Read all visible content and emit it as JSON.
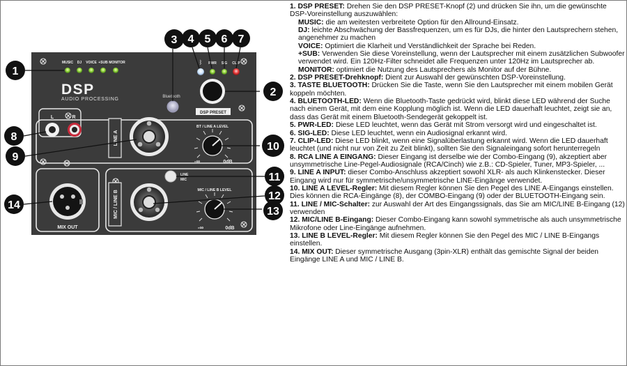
{
  "panel": {
    "led_labels": [
      "MUSIC",
      "DJ",
      "VOICE",
      "+SUB",
      "MONITOR"
    ],
    "logo_text": "DSP",
    "logo_subtitle": "AUDIO PROCESSING",
    "bt_led_label": "ᛒ",
    "pwr_label": "PWR",
    "sig_label": "SIG",
    "clip_label": "CLIP",
    "bluetooth_label": "Bluetooth",
    "dsp_preset_label": "DSP PRESET",
    "rca_l": "L",
    "rca_r": "R",
    "line_a": "LINE A",
    "bt_line_a_level": "BT / LINE A LEVEL",
    "level_min": "-∞",
    "level_max": "0dB",
    "mix_out": "MIX OUT",
    "mic_line_b": "MIC / LINE B",
    "switch_line": "LINE",
    "switch_mic": "MIC",
    "mic_line_b_level": "MIC / LINE B LEVEL"
  },
  "callouts": [
    "1",
    "2",
    "3",
    "4",
    "5",
    "6",
    "7",
    "8",
    "9",
    "10",
    "11",
    "12",
    "13",
    "14"
  ],
  "legend": [
    {
      "num": "1.",
      "head": "DSP PRESET:",
      "text": "Drehen Sie den DSP PRESET-Knopf (2) und drücken Sie ihn, um die gewünschte DSP-Voreinstellung auszuwählen:",
      "sub": [
        {
          "b": "MUSIC:",
          "t": "die am weitesten verbreitete Option für den Allround-Einsatz."
        },
        {
          "b": "DJ:",
          "t": "leichte Abschwächung der Bassfrequenzen, um es für DJs, die hinter den Lautsprechern stehen, angenehmer zu machen"
        },
        {
          "b": "VOICE:",
          "t": "Optimiert die Klarheit und Verständlichkeit der Sprache bei Reden."
        },
        {
          "b": "+SUB:",
          "t": "Verwenden Sie diese Voreinstellung, wenn der Lautsprecher mit einem zusätzlichen Subwoofer verwendet wird. Ein 120Hz-Filter schneidet alle Frequenzen unter 120Hz im Lautsprecher ab."
        },
        {
          "b": "MONITOR:",
          "t": "optimiert die Nutzung des Lautsprechers als Monitor auf der Bühne."
        }
      ]
    },
    {
      "num": "2.",
      "head": "DSP PRESET-Drehknopf:",
      "text": "Dient zur Auswahl der gewünschten DSP-Voreinstellung.",
      "sub": []
    },
    {
      "num": "3.",
      "head": "TASTE BLUETOOTH:",
      "text": "Drücken Sie die Taste, wenn Sie den Lautsprecher mit einem mobilen Gerät koppeln möchten.",
      "sub": []
    },
    {
      "num": "4.",
      "head": "BLUETOOTH-LED:",
      "text": "Wenn die Bluetooth-Taste gedrückt wird, blinkt diese LED während der Suche nach einem Gerät, mit dem eine Kopplung möglich ist. Wenn die LED dauerhaft leuchtet, zeigt sie an, dass das Gerät mit einem Bluetooth-Sendegerät gekoppelt ist.",
      "sub": []
    },
    {
      "num": "5.",
      "head": "PWR-LED:",
      "text": "Diese LED leuchtet, wenn das Gerät mit Strom versorgt wird und eingeschaltet ist.",
      "sub": []
    },
    {
      "num": "6.",
      "head": "SIG-LED:",
      "text": "Diese LED leuchtet, wenn ein Audiosignal erkannt wird.",
      "sub": []
    },
    {
      "num": "7.",
      "head": "CLIP-LED:",
      "text": "Diese LED blinkt, wenn eine Signalüberlastung erkannt wird. Wenn die LED dauerhaft leuchtet (und nicht nur von Zeit zu Zeit blinkt), sollten Sie den Signaleingang sofort herunterregeln",
      "sub": []
    },
    {
      "num": "8.",
      "head": "RCA LINE A EINGANG:",
      "text": "Dieser Eingang ist derselbe wie der Combo-Eingang (9), akzeptiert aber unsymmetrische Line-Pegel-Audiosignale (RCA/Cinch) wie z.B.: CD-Spieler, Tuner, MP3-Spieler, ...",
      "sub": []
    },
    {
      "num": "9.",
      "head": "LINE A INPUT:",
      "text": "dieser Combo-Anschluss akzeptiert sowohl XLR- als auch Klinkenstecker. Dieser Eingang wird nur für symmetrische/unsymmetrische LINE-Eingänge verwendet.",
      "sub": []
    },
    {
      "num": "10.",
      "head": "LINE A LEVEL-Regler:",
      "text": "Mit diesem Regler können Sie den Pegel des LINE A-Eingangs einstellen. Dies können die RCA-Eingänge (8), der COMBO-Eingang (9) oder der BLUETOOTH-Eingang sein.",
      "sub": []
    },
    {
      "num": "11.",
      "head": "LINE / MIC-Schalter:",
      "text": "zur Auswahl der Art des Eingangssignals, das Sie am MIC/LINE B-Eingang (12) verwenden",
      "sub": []
    },
    {
      "num": "12.",
      "head": "MIC/LINE B-Eingang:",
      "text": "Dieser Combo-Eingang kann sowohl symmetrische als auch unsymmetrische Mikrofone oder Line-Eingänge aufnehmen.",
      "sub": []
    },
    {
      "num": "13.",
      "head": "LINE B LEVEL-Regler:",
      "text": "Mit diesem Regler können Sie den Pegel des MIC / LINE B-Eingangs einstellen.",
      "sub": []
    },
    {
      "num": "14.",
      "head": "MIX OUT:",
      "text": "Dieser symmetrische Ausgang (3pin-XLR) enthält das gemischte Signal der beiden Eingänge LINE A und MIC / LINE B.",
      "sub": []
    }
  ]
}
